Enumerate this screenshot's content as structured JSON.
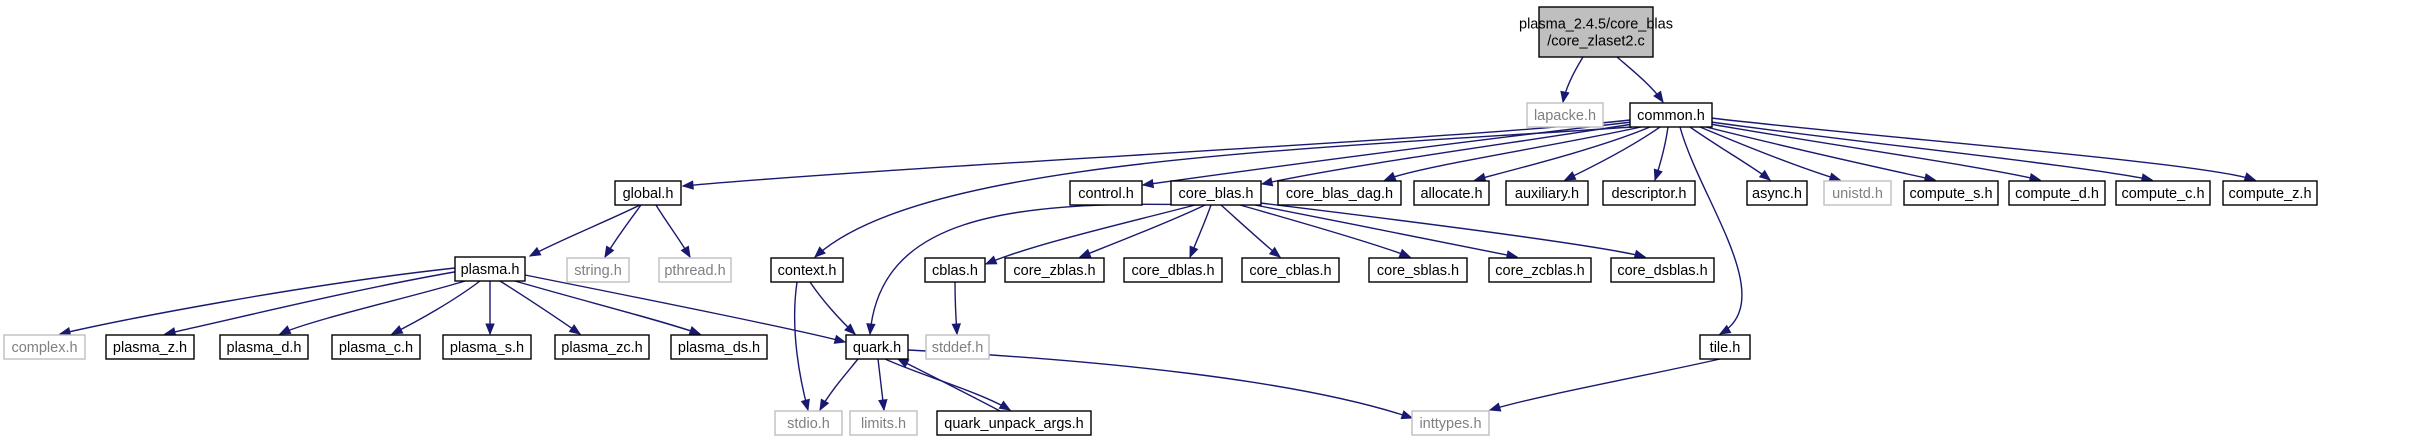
{
  "graph": {
    "colors": {
      "edge": "#191970",
      "node_border": "#000000",
      "missing_border": "#bfbfbf",
      "missing_text": "#808080",
      "root_fill": "#bfbfbf"
    },
    "nodes": {
      "root": {
        "lines": [
          "plasma_2.4.5/core_blas",
          "/core_zlaset2.c"
        ],
        "kind": "root"
      },
      "lapacke": {
        "lines": [
          "lapacke.h"
        ],
        "kind": "faded"
      },
      "common": {
        "lines": [
          "common.h"
        ],
        "kind": "solid"
      },
      "global": {
        "lines": [
          "global.h"
        ],
        "kind": "solid"
      },
      "control": {
        "lines": [
          "control.h"
        ],
        "kind": "solid"
      },
      "core_blas": {
        "lines": [
          "core_blas.h"
        ],
        "kind": "solid"
      },
      "core_blas_dag": {
        "lines": [
          "core_blas_dag.h"
        ],
        "kind": "solid"
      },
      "allocate": {
        "lines": [
          "allocate.h"
        ],
        "kind": "solid"
      },
      "auxiliary": {
        "lines": [
          "auxiliary.h"
        ],
        "kind": "solid"
      },
      "descriptor": {
        "lines": [
          "descriptor.h"
        ],
        "kind": "solid"
      },
      "async": {
        "lines": [
          "async.h"
        ],
        "kind": "solid"
      },
      "unistd": {
        "lines": [
          "unistd.h"
        ],
        "kind": "faded"
      },
      "compute_s": {
        "lines": [
          "compute_s.h"
        ],
        "kind": "solid"
      },
      "compute_d": {
        "lines": [
          "compute_d.h"
        ],
        "kind": "solid"
      },
      "compute_c": {
        "lines": [
          "compute_c.h"
        ],
        "kind": "solid"
      },
      "compute_z": {
        "lines": [
          "compute_z.h"
        ],
        "kind": "solid"
      },
      "plasma": {
        "lines": [
          "plasma.h"
        ],
        "kind": "solid"
      },
      "string": {
        "lines": [
          "string.h"
        ],
        "kind": "faded"
      },
      "pthread": {
        "lines": [
          "pthread.h"
        ],
        "kind": "faded"
      },
      "context": {
        "lines": [
          "context.h"
        ],
        "kind": "solid"
      },
      "cblas": {
        "lines": [
          "cblas.h"
        ],
        "kind": "solid"
      },
      "core_zblas": {
        "lines": [
          "core_zblas.h"
        ],
        "kind": "solid"
      },
      "core_dblas": {
        "lines": [
          "core_dblas.h"
        ],
        "kind": "solid"
      },
      "core_cblas": {
        "lines": [
          "core_cblas.h"
        ],
        "kind": "solid"
      },
      "core_sblas": {
        "lines": [
          "core_sblas.h"
        ],
        "kind": "solid"
      },
      "core_zcblas": {
        "lines": [
          "core_zcblas.h"
        ],
        "kind": "solid"
      },
      "core_dsblas": {
        "lines": [
          "core_dsblas.h"
        ],
        "kind": "solid"
      },
      "complex": {
        "lines": [
          "complex.h"
        ],
        "kind": "faded"
      },
      "plasma_z": {
        "lines": [
          "plasma_z.h"
        ],
        "kind": "solid"
      },
      "plasma_d": {
        "lines": [
          "plasma_d.h"
        ],
        "kind": "solid"
      },
      "plasma_c": {
        "lines": [
          "plasma_c.h"
        ],
        "kind": "solid"
      },
      "plasma_s": {
        "lines": [
          "plasma_s.h"
        ],
        "kind": "solid"
      },
      "plasma_zc": {
        "lines": [
          "plasma_zc.h"
        ],
        "kind": "solid"
      },
      "plasma_ds": {
        "lines": [
          "plasma_ds.h"
        ],
        "kind": "solid"
      },
      "quark": {
        "lines": [
          "quark.h"
        ],
        "kind": "solid"
      },
      "stddef": {
        "lines": [
          "stddef.h"
        ],
        "kind": "faded"
      },
      "tile": {
        "lines": [
          "tile.h"
        ],
        "kind": "solid"
      },
      "stdio": {
        "lines": [
          "stdio.h"
        ],
        "kind": "faded"
      },
      "limits": {
        "lines": [
          "limits.h"
        ],
        "kind": "faded"
      },
      "quark_unpack": {
        "lines": [
          "quark_unpack_args.h"
        ],
        "kind": "solid"
      },
      "inttypes": {
        "lines": [
          "inttypes.h"
        ],
        "kind": "faded"
      }
    },
    "edges": [
      [
        "root",
        "lapacke"
      ],
      [
        "root",
        "common"
      ],
      [
        "common",
        "global"
      ],
      [
        "common",
        "control"
      ],
      [
        "common",
        "core_blas"
      ],
      [
        "common",
        "core_blas_dag"
      ],
      [
        "common",
        "allocate"
      ],
      [
        "common",
        "auxiliary"
      ],
      [
        "common",
        "descriptor"
      ],
      [
        "common",
        "async"
      ],
      [
        "common",
        "unistd"
      ],
      [
        "common",
        "compute_s"
      ],
      [
        "common",
        "compute_d"
      ],
      [
        "common",
        "compute_c"
      ],
      [
        "common",
        "compute_z"
      ],
      [
        "common",
        "context"
      ],
      [
        "common",
        "tile"
      ],
      [
        "global",
        "plasma"
      ],
      [
        "global",
        "string"
      ],
      [
        "global",
        "pthread"
      ],
      [
        "core_blas",
        "cblas"
      ],
      [
        "core_blas",
        "core_zblas"
      ],
      [
        "core_blas",
        "core_dblas"
      ],
      [
        "core_blas",
        "core_cblas"
      ],
      [
        "core_blas",
        "core_sblas"
      ],
      [
        "core_blas",
        "core_zcblas"
      ],
      [
        "core_blas",
        "core_dsblas"
      ],
      [
        "core_blas",
        "quark"
      ],
      [
        "plasma",
        "complex"
      ],
      [
        "plasma",
        "plasma_z"
      ],
      [
        "plasma",
        "plasma_d"
      ],
      [
        "plasma",
        "plasma_c"
      ],
      [
        "plasma",
        "plasma_s"
      ],
      [
        "plasma",
        "plasma_zc"
      ],
      [
        "plasma",
        "plasma_ds"
      ],
      [
        "plasma",
        "quark"
      ],
      [
        "context",
        "quark"
      ],
      [
        "context",
        "stdio"
      ],
      [
        "cblas",
        "stddef"
      ],
      [
        "quark",
        "stdio"
      ],
      [
        "quark",
        "limits"
      ],
      [
        "quark",
        "quark_unpack"
      ],
      [
        "quark",
        "inttypes"
      ],
      [
        "quark_unpack",
        "quark"
      ],
      [
        "tile",
        "inttypes"
      ]
    ]
  }
}
